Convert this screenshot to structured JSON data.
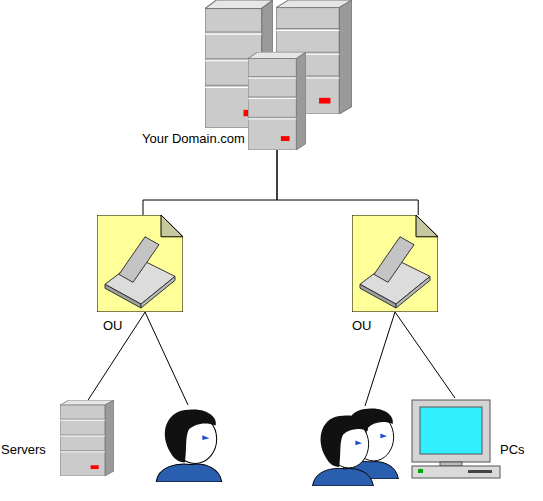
{
  "diagram": {
    "nodes": [
      {
        "text": [
          "Your Domain.com"
        ]
      },
      {
        "text": [
          "OU"
        ]
      },
      {
        "text": [
          "OU"
        ]
      },
      {
        "text": [
          "Servers"
        ]
      },
      {
        "text": [
          "PCs"
        ]
      }
    ],
    "edges": [
      {
        "from": 0,
        "to": 1,
        "arrow": "none"
      },
      {
        "from": 0,
        "to": 2,
        "arrow": "none"
      },
      {
        "from": 1,
        "to": 3,
        "arrow": "none"
      },
      {
        "from": 2,
        "to": 4,
        "arrow": "none"
      }
    ]
  }
}
